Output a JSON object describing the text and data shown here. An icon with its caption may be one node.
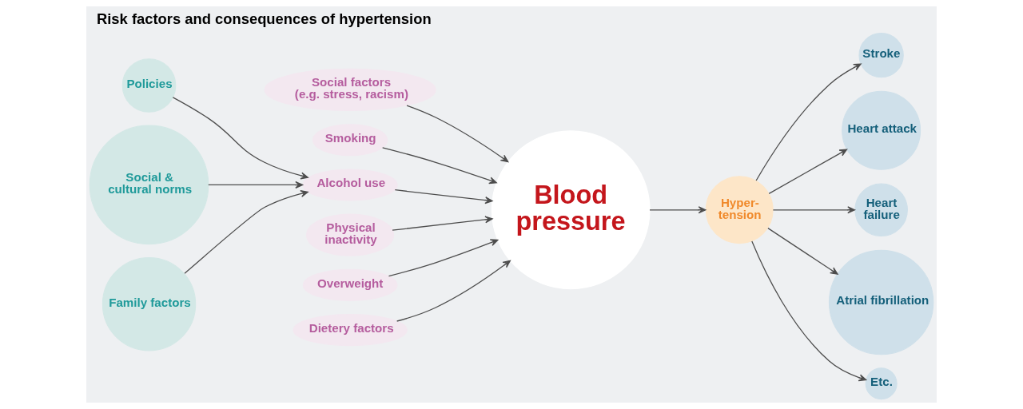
{
  "diagram": {
    "title": "Risk factors and consequences of hypertension",
    "nodes": [
      {
        "text": [
          "Policies"
        ]
      },
      {
        "text": [
          "Social & cultural norms"
        ]
      },
      {
        "text": [
          "Family factors"
        ]
      },
      {
        "text": [
          "Social factors (e.g. stress, racism)"
        ]
      },
      {
        "text": [
          "Smoking"
        ]
      },
      {
        "text": [
          "Alcohol use"
        ]
      },
      {
        "text": [
          "Physical inactivity"
        ]
      },
      {
        "text": [
          "Overweight"
        ]
      },
      {
        "text": [
          "Dietery factors"
        ]
      },
      {
        "text": [
          "Blood pressure"
        ]
      },
      {
        "text": [
          "Hyper- tension"
        ]
      },
      {
        "text": [
          "Stroke"
        ]
      },
      {
        "text": [
          "Heart attack"
        ]
      },
      {
        "text": [
          "Heart failure"
        ]
      },
      {
        "text": [
          "Atrial fibrillation"
        ]
      },
      {
        "text": [
          "Etc."
        ]
      }
    ],
    "edges": [
      {
        "from": 0,
        "to": 5,
        "arrow": "to"
      },
      {
        "from": 1,
        "to": 5,
        "arrow": "to"
      },
      {
        "from": 2,
        "to": 5,
        "arrow": "to"
      },
      {
        "from": 3,
        "to": 9,
        "arrow": "to"
      },
      {
        "from": 4,
        "to": 9,
        "arrow": "to"
      },
      {
        "from": 5,
        "to": 9,
        "arrow": "to"
      },
      {
        "from": 6,
        "to": 9,
        "arrow": "to"
      },
      {
        "from": 7,
        "to": 9,
        "arrow": "to"
      },
      {
        "from": 8,
        "to": 9,
        "arrow": "to"
      },
      {
        "from": 9,
        "to": 10,
        "arrow": "to"
      },
      {
        "from": 10,
        "to": 11,
        "arrow": "to"
      },
      {
        "from": 10,
        "to": 12,
        "arrow": "to"
      },
      {
        "from": 10,
        "to": 13,
        "arrow": "to"
      },
      {
        "from": 10,
        "to": 14,
        "arrow": "to"
      },
      {
        "from": 10,
        "to": 15,
        "arrow": "to"
      }
    ]
  }
}
